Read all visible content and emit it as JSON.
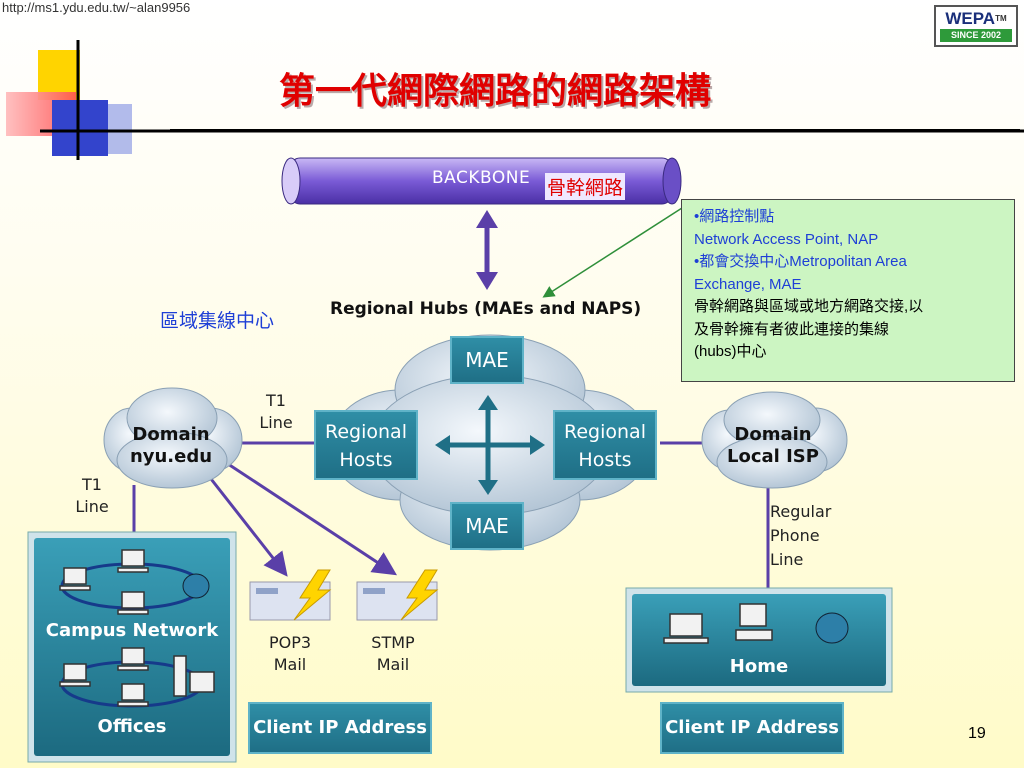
{
  "url": "http://ms1.ydu.edu.tw/~alan9956",
  "title": "第一代網際網路的網路架構",
  "logo": {
    "name": "WEPA",
    "tm": "TM",
    "since": "SINCE 2002"
  },
  "backbone": {
    "label": "BACKBONE",
    "chinese": "骨幹網路"
  },
  "hubs": {
    "label": "Regional Hubs (MAEs and NAPS)",
    "chinese": "區域集線中心"
  },
  "note": {
    "line1": "•網路控制點",
    "line2": "Network Access Point, NAP",
    "line3_zh": "•都會交換中心",
    "line3_en": "Metropolitan Area",
    "line4": "Exchange, MAE",
    "line5": "骨幹網路與區域或地方網路交接,以",
    "line6": "及骨幹擁有者彼此連接的集線",
    "line7_en": "(hubs)",
    "line7_zh": "中心"
  },
  "mae_top": "MAE",
  "mae_bottom": "MAE",
  "regional_hosts_left": [
    "Regional",
    "Hosts"
  ],
  "regional_hosts_right": [
    "Regional",
    "Hosts"
  ],
  "domain_left": [
    "Domain",
    "nyu.edu"
  ],
  "domain_right": [
    "Domain",
    "Local ISP"
  ],
  "t1_top": [
    "T1",
    "Line"
  ],
  "t1_left": [
    "T1",
    "Line"
  ],
  "phone_line": [
    "Regular",
    "Phone",
    "Line"
  ],
  "pop3": [
    "POP3",
    "Mail"
  ],
  "stmp": [
    "STMP",
    "Mail"
  ],
  "campus": "Campus Network",
  "offices": "Offices",
  "home": "Home",
  "client_ip_left": "Client IP Address",
  "client_ip_right": "Client IP Address",
  "page_number": "19",
  "colors": {
    "title": "#e00000",
    "teal": "#1f6f86",
    "note_bg": "#ccf5c2",
    "blue_text": "#1e3fd6",
    "backbone": "#6a4fc6"
  }
}
